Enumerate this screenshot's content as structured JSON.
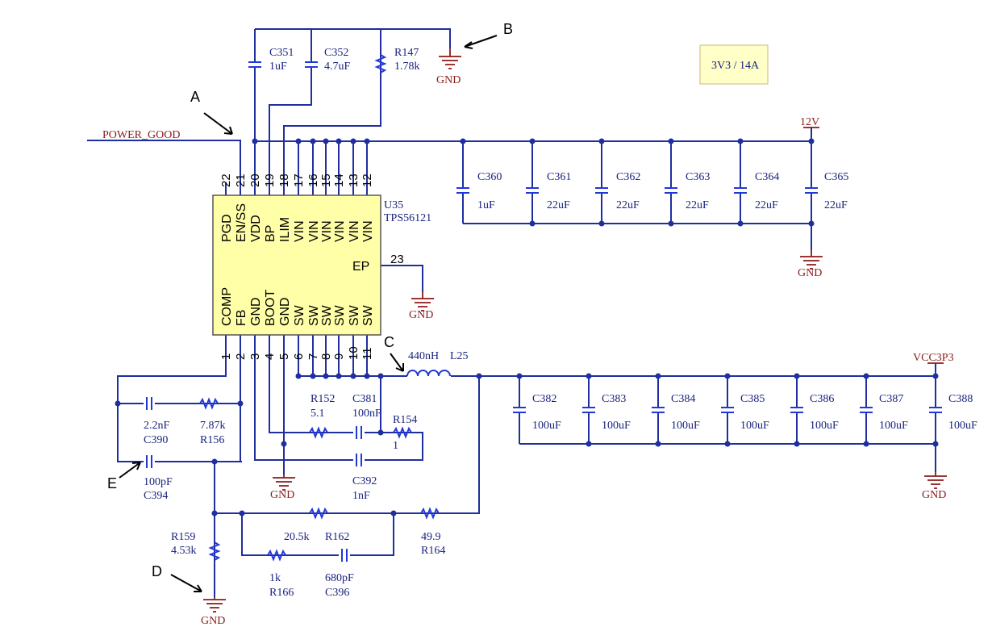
{
  "chip": {
    "designator": "U35",
    "part": "TPS56121",
    "top_pins": [
      {
        "num": "22",
        "name": "PGD"
      },
      {
        "num": "21",
        "name": "EN/SS"
      },
      {
        "num": "20",
        "name": "VDD"
      },
      {
        "num": "19",
        "name": "BP"
      },
      {
        "num": "18",
        "name": "ILIM"
      },
      {
        "num": "17",
        "name": "VIN"
      },
      {
        "num": "16",
        "name": "VIN"
      },
      {
        "num": "15",
        "name": "VIN"
      },
      {
        "num": "14",
        "name": "VIN"
      },
      {
        "num": "13",
        "name": "VIN"
      },
      {
        "num": "12",
        "name": "VIN"
      }
    ],
    "bottom_pins": [
      {
        "num": "1",
        "name": "COMP"
      },
      {
        "num": "2",
        "name": "FB"
      },
      {
        "num": "3",
        "name": "GND"
      },
      {
        "num": "4",
        "name": "BOOT"
      },
      {
        "num": "5",
        "name": "GND"
      },
      {
        "num": "6",
        "name": "SW"
      },
      {
        "num": "7",
        "name": "SW"
      },
      {
        "num": "8",
        "name": "SW"
      },
      {
        "num": "9",
        "name": "SW"
      },
      {
        "num": "10",
        "name": "SW"
      },
      {
        "num": "11",
        "name": "SW"
      }
    ],
    "ep_pin": {
      "num": "23",
      "name": "EP"
    }
  },
  "nets": {
    "power_good": "POWER_GOOD",
    "v12": "12V",
    "vcc3p3": "VCC3P3",
    "gnd": "GND"
  },
  "note_box": "3V3 / 14A",
  "annotations": {
    "a": "A",
    "b": "B",
    "c": "C",
    "d": "D",
    "e": "E"
  },
  "components": {
    "c351": {
      "ref": "C351",
      "value": "1uF"
    },
    "c352": {
      "ref": "C352",
      "value": "4.7uF"
    },
    "r147": {
      "ref": "R147",
      "value": "1.78k"
    },
    "c360": {
      "ref": "C360",
      "value": "1uF"
    },
    "c361": {
      "ref": "C361",
      "value": "22uF"
    },
    "c362": {
      "ref": "C362",
      "value": "22uF"
    },
    "c363": {
      "ref": "C363",
      "value": "22uF"
    },
    "c364": {
      "ref": "C364",
      "value": "22uF"
    },
    "c365": {
      "ref": "C365",
      "value": "22uF"
    },
    "l25": {
      "ref": "L25",
      "value": "440nH"
    },
    "c382": {
      "ref": "C382",
      "value": "100uF"
    },
    "c383": {
      "ref": "C383",
      "value": "100uF"
    },
    "c384": {
      "ref": "C384",
      "value": "100uF"
    },
    "c385": {
      "ref": "C385",
      "value": "100uF"
    },
    "c386": {
      "ref": "C386",
      "value": "100uF"
    },
    "c387": {
      "ref": "C387",
      "value": "100uF"
    },
    "c388": {
      "ref": "C388",
      "value": "100uF"
    },
    "r152": {
      "ref": "R152",
      "value": "5.1"
    },
    "c381": {
      "ref": "C381",
      "value": "100nF"
    },
    "r154": {
      "ref": "R154",
      "value": "1"
    },
    "c392": {
      "ref": "C392",
      "value": "1nF"
    },
    "c390": {
      "ref": "C390",
      "value": "2.2nF"
    },
    "r156": {
      "ref": "R156",
      "value": "7.87k"
    },
    "c394": {
      "ref": "C394",
      "value": "100pF"
    },
    "r159": {
      "ref": "R159",
      "value": "4.53k"
    },
    "r162": {
      "ref": "R162",
      "value": "20.5k"
    },
    "r164": {
      "ref": "R164",
      "value": "49.9"
    },
    "r166": {
      "ref": "R166",
      "value": "1k"
    },
    "c396": {
      "ref": "C396",
      "value": "680pF"
    }
  }
}
